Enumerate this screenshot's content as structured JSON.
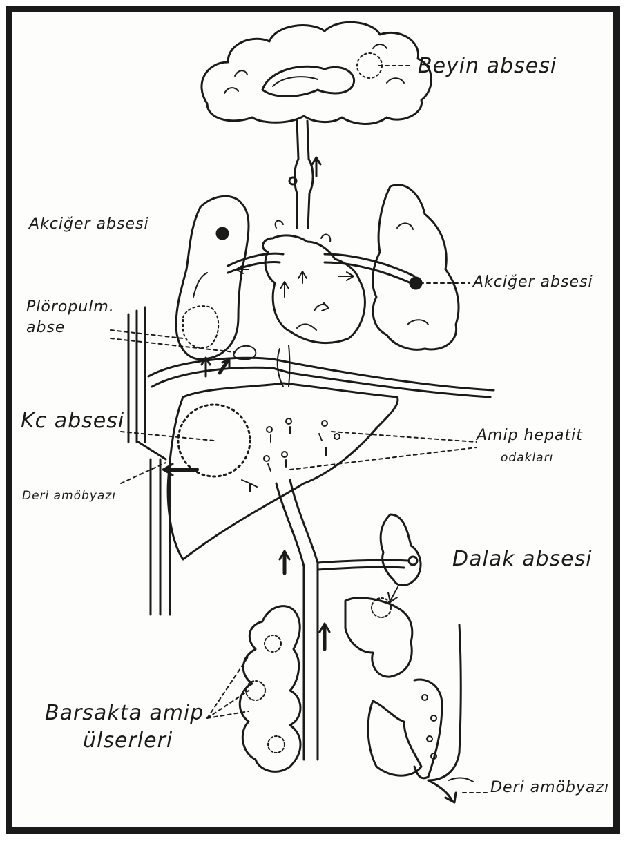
{
  "labels": {
    "beyin": "Beyin absesi",
    "akciger_left": "Akciğer absesi",
    "akciger_right": "Akciğer absesi",
    "pleuro_line1": "Plöropulm.",
    "pleuro_line2": "abse",
    "karaciger": "Kc absesi",
    "amip_line1": "Amip hepatit",
    "amip_line2": "odakları",
    "deri_top": "Deri amöbyazı",
    "dalak": "Dalak absesi",
    "bagirsak_line1": "Barsakta amip",
    "bagirsak_line2": "ülserleri",
    "deri_bottom": "Deri amöbyazı"
  },
  "colors": {
    "ink": "#1a1a1a",
    "paper": "#fdfdfb"
  }
}
